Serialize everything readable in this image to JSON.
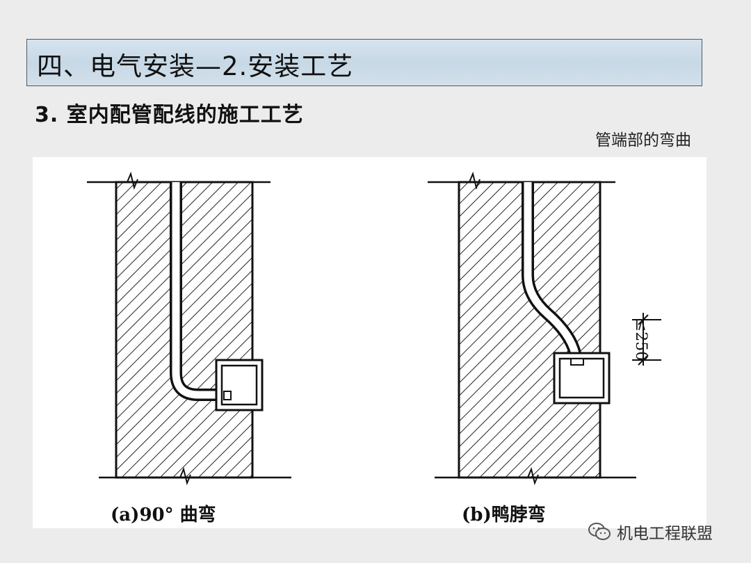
{
  "header": {
    "title": "四、电气安装—2.安装工艺"
  },
  "section": {
    "subtitle": "3. 室内配管配线的施工工艺"
  },
  "figure": {
    "caption": "管端部的弯曲",
    "panel_a_label": "(a)90° 曲弯",
    "panel_b_label": "(b)鸭脖弯",
    "dimension_label": "≤250"
  },
  "watermark": {
    "text": "机电工程联盟",
    "icon": "wechat-icon"
  }
}
